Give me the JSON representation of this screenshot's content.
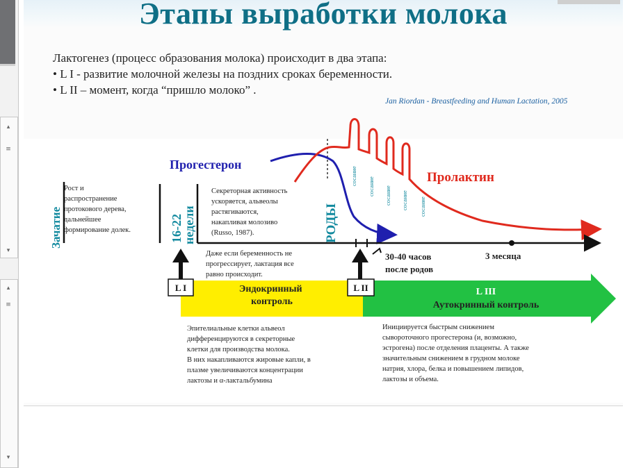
{
  "title": "Этапы выработки молока",
  "intro": {
    "line1": "Лактогенез (процесс образования молока) происходит в два этапа:",
    "line2": "•  L I - развитие молочной железы на поздних сроках беременности.",
    "line3": "•  L II – момент, когда “пришло молоко” ."
  },
  "source": "Jan Riordan - Breastfeeding and Human Lactation, 2005",
  "diagram": {
    "conception": "Зачатие",
    "growth_text": [
      "Рост и",
      "распространение",
      "протокового дерева,",
      "дальнейшее",
      "формирование долек."
    ],
    "weeks": [
      "16-22",
      "недели"
    ],
    "secretory_text": [
      "Секреторная активность",
      "ускоряется, альвеолы",
      "растягиваются,",
      "накапливая молозиво",
      "(Russo, 1987)."
    ],
    "birth": "РОДЫ",
    "progesterone": "Прогестерон",
    "prolactin": "Пролактин",
    "suckling": [
      "сосание",
      "сосание",
      "сосание",
      "сосание",
      "сосание"
    ],
    "hours_line1": "30-40 часов",
    "hours_line2": "после родов",
    "months": "3 месяца",
    "pregnancy_note": [
      "Даже если беременность не",
      "прогрессирует, лактация все",
      "равно происходит."
    ],
    "l1": "L I",
    "l2": "L II",
    "endocrine": [
      "Эндокринный",
      "контроль"
    ],
    "l3": "L III",
    "autocrine": "Аутокринный контроль",
    "epithelial_text": [
      "Эпителиальные клетки альвеол",
      "дифференцируются в секреторные",
      "клетки для производства молока.",
      "В них накапливаются жировые капли, в",
      "плазме увеличиваются концентрации",
      "лактозы и α-лактальбумина"
    ],
    "initiated_text": [
      "Инициируется быстрым снижением",
      "сывороточного прогестерона (и, возможно,",
      "эстрогена) после отделения плаценты. А также",
      "значительным снижением  в грудном молоке",
      "натрия, хлора, белка и повышением липидов,",
      "лактозы и объема."
    ]
  },
  "colors": {
    "title": "#0f6f86",
    "progesterone": "#1f1fae",
    "prolactin": "#e02a1e",
    "endocrine_bar": "#ffee00",
    "autocrine_bar": "#22c143",
    "label_teal": "#138a9f"
  }
}
